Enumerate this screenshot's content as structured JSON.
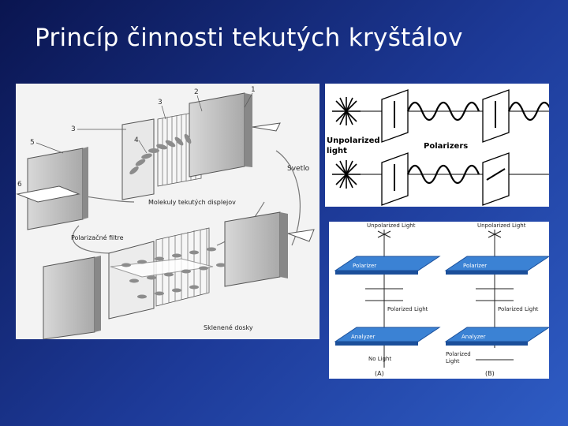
{
  "slide": {
    "title": "Princíp činnosti tekutých kryštálov"
  },
  "lcd_diagram": {
    "callouts": [
      "1",
      "2",
      "3",
      "3",
      "4",
      "5",
      "6"
    ],
    "labels": {
      "light": "Svetlo",
      "molecules": "Molekuly tekutých displejov",
      "filters": "Polarizačné filtre",
      "plates": "Sklenené dosky"
    }
  },
  "polarizer_diagram": {
    "labels": {
      "unpolarized_line1": "Unpolarized",
      "unpolarized_line2": "light",
      "polarizers": "Polarizers"
    }
  },
  "ab_diagram": {
    "labels": {
      "unpolarized": "Unpolarized Light",
      "polarizer": "Polarizer",
      "polarized": "Polarized Light",
      "analyzer": "Analyzer",
      "no_light": "No Light",
      "polarized_out_1": "Polarized",
      "polarized_out_2": "Light",
      "case_a": "(A)",
      "case_b": "(B)"
    },
    "colors": {
      "plate": "#3b82d4",
      "plate_edge": "#1b4f9a"
    }
  }
}
